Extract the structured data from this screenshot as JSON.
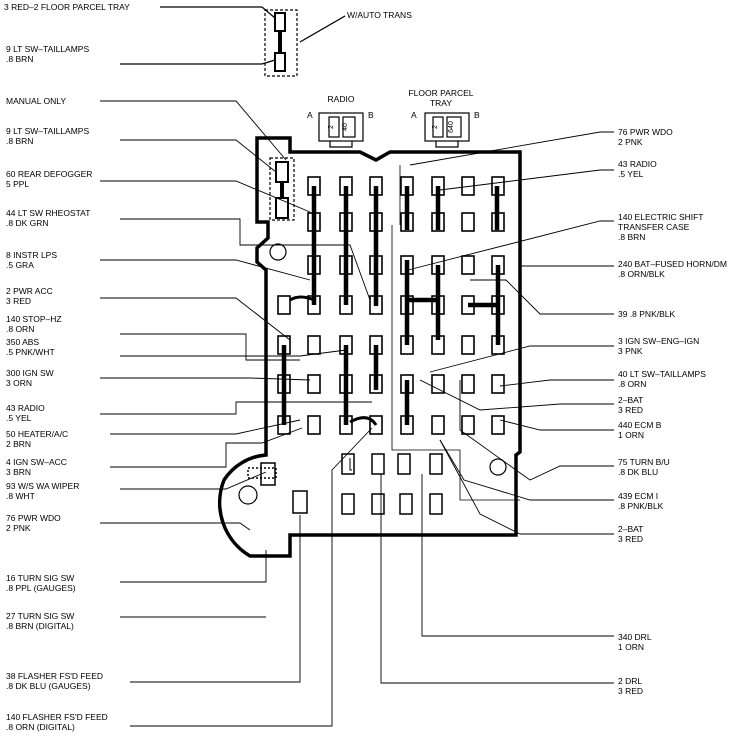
{
  "top": {
    "parcel_tray": "3 RED–2 FLOOR PARCEL TRAY",
    "auto_trans": "W/AUTO TRANS"
  },
  "headers": {
    "radio": "RADIO",
    "radio_a": "A",
    "radio_b": "B",
    "radio_num1": "2",
    "radio_num2": "40",
    "floor_line1": "FLOOR PARCEL",
    "floor_line2": "TRAY",
    "floor_a": "A",
    "floor_b": "B",
    "floor_num1": "2",
    "floor_num2": "640"
  },
  "left_labels": [
    {
      "l1": "9 LT SW–TAILLAMPS",
      "l2": ".8 BRN"
    },
    {
      "l1": "MANUAL ONLY",
      "l2": ""
    },
    {
      "l1": "9 LT SW–TAILLAMPS",
      "l2": ".8 BRN"
    },
    {
      "l1": "60 REAR DEFOGGER",
      "l2": "5 PPL"
    },
    {
      "l1": "44 LT SW RHEOSTAT",
      "l2": ".8 DK GRN"
    },
    {
      "l1": "8 INSTR LPS",
      "l2": ".5 GRA"
    },
    {
      "l1": "2 PWR ACC",
      "l2": "3 RED"
    },
    {
      "l1": "140 STOP–HZ",
      "l2": ".8 ORN"
    },
    {
      "l1": "350 ABS",
      "l2": ".5 PNK/WHT"
    },
    {
      "l1": "300 IGN SW",
      "l2": "3 ORN"
    },
    {
      "l1": "43 RADIO",
      "l2": ".5 YEL"
    },
    {
      "l1": "50 HEATER/A/C",
      "l2": "2 BRN"
    },
    {
      "l1": "4 IGN SW–ACC",
      "l2": "3 BRN"
    },
    {
      "l1": "93 W/S WA WIPER",
      "l2": ".8 WHT"
    },
    {
      "l1": "76 PWR WDO",
      "l2": "2 PNK"
    },
    {
      "l1": "16 TURN SIG SW",
      "l2": ".8 PPL (GAUGES)"
    },
    {
      "l1": "27 TURN SIG SW",
      "l2": ".8 BRN (DIGITAL)"
    },
    {
      "l1": "38 FLASHER FS'D FEED",
      "l2": ".8 DK BLU (GAUGES)"
    },
    {
      "l1": "140 FLASHER FS'D FEED",
      "l2": ".8 ORN (DIGITAL)"
    }
  ],
  "right_labels": [
    {
      "l1": "76 PWR WDO",
      "l2": "2 PNK"
    },
    {
      "l1": "43 RADIO",
      "l2": ".5 YEL"
    },
    {
      "l1": "140 ELECTRIC SHIFT",
      "l2": "TRANSFER CASE",
      "l3": ".8 BRN"
    },
    {
      "l1": "240 BAT–FUSED HORN/DM",
      "l2": ".8 ORN/BLK"
    },
    {
      "l1": "39  .8 PNK/BLK",
      "l2": ""
    },
    {
      "l1": "3 IGN SW–ENG–IGN",
      "l2": "3 PNK"
    },
    {
      "l1": "40 LT SW–TAILLAMPS",
      "l2": ".8 ORN"
    },
    {
      "l1": "2–BAT",
      "l2": "3 RED"
    },
    {
      "l1": "440 ECM B",
      "l2": "1 ORN"
    },
    {
      "l1": "75 TURN B/U",
      "l2": ".8 DK BLU"
    },
    {
      "l1": "439 ECM I",
      "l2": ".8 PNK/BLK"
    },
    {
      "l1": "2–BAT",
      "l2": "3 RED"
    },
    {
      "l1": "340 DRL",
      "l2": "1 ORN"
    },
    {
      "l1": "2 DRL",
      "l2": "3 RED"
    }
  ]
}
